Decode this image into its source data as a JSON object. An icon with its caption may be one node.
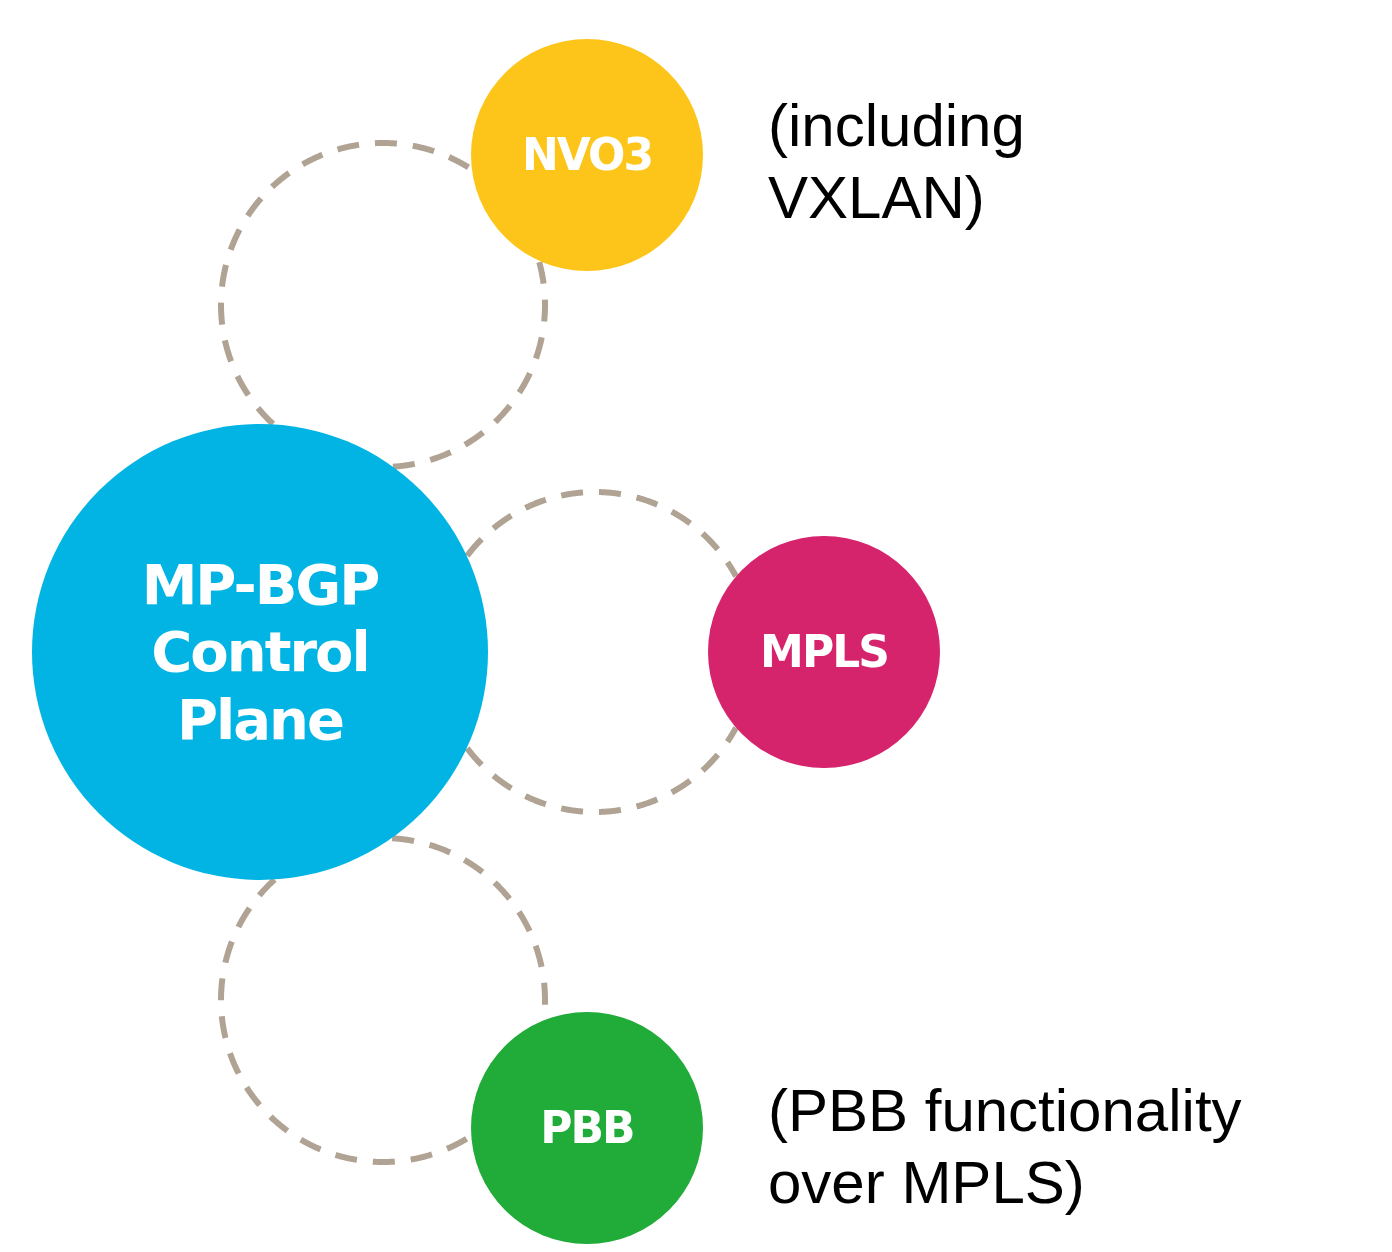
{
  "diagram": {
    "nodes": [
      {
        "text": [
          "MP-BGP Control Plane"
        ]
      },
      {
        "text": [
          "NVO3"
        ],
        "beside": [
          "(including VXLAN)"
        ]
      },
      {
        "text": [
          "MPLS"
        ]
      },
      {
        "text": [
          "PBB"
        ],
        "beside": [
          "(PBB functionality over MPLS)"
        ]
      }
    ],
    "edges": [
      {
        "from": 0,
        "to": 1,
        "arrow": "none",
        "style": "dashed"
      },
      {
        "from": 0,
        "to": 1,
        "arrow": "none",
        "style": "dashed"
      },
      {
        "from": 0,
        "to": 2,
        "arrow": "none",
        "style": "dashed"
      },
      {
        "from": 0,
        "to": 2,
        "arrow": "none",
        "style": "dashed"
      },
      {
        "from": 0,
        "to": 3,
        "arrow": "none",
        "style": "dashed"
      },
      {
        "from": 0,
        "to": 3,
        "arrow": "none",
        "style": "dashed"
      }
    ]
  }
}
